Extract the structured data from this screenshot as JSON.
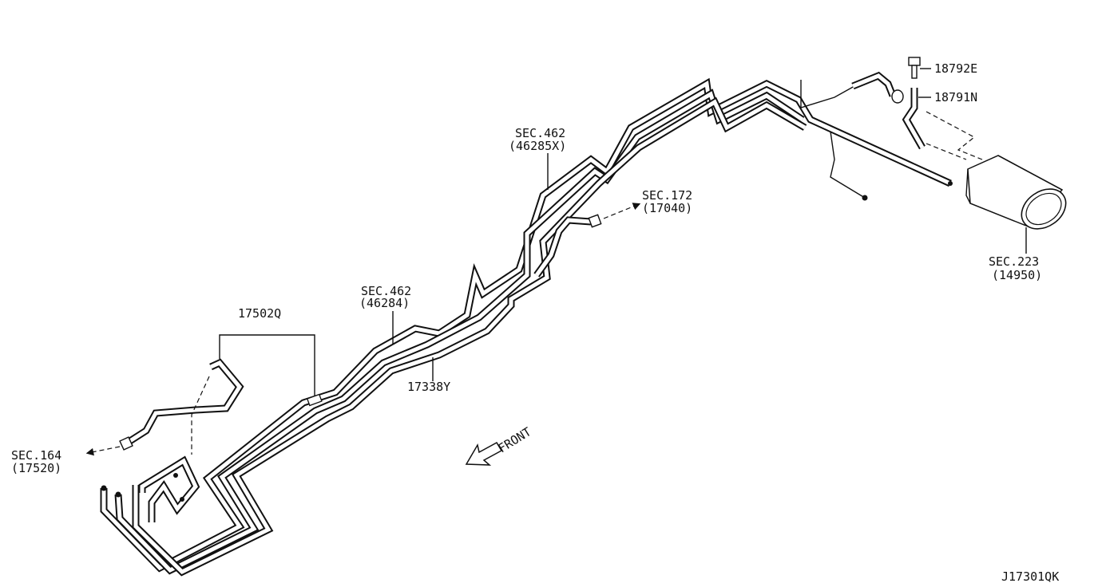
{
  "labels": {
    "sec462_a": "SEC.462",
    "sec462_a_part": "(46285X)",
    "sec172": "SEC.172",
    "sec172_part": "(17040)",
    "sec462_b": "SEC.462",
    "sec462_b_part": "(46284)",
    "part_17502q": "17502Q",
    "part_17338y": "17338Y",
    "sec164": "SEC.164",
    "sec164_part": "(17520)",
    "front": "FRONT",
    "part_18792e": "18792E",
    "part_18791n": "18791N",
    "sec223": "SEC.223",
    "sec223_part": "(14950)",
    "diagram_id": "J17301QK"
  }
}
